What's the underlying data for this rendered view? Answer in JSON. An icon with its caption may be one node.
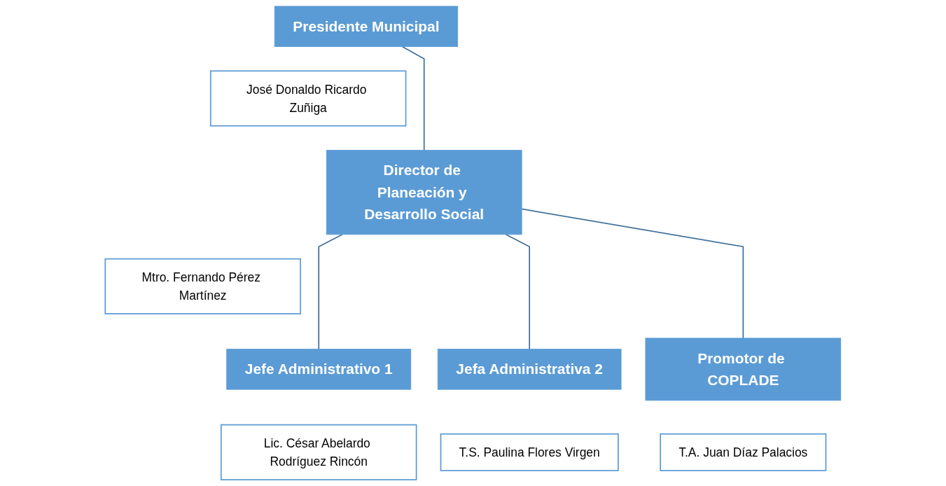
{
  "diagram": {
    "nodes": [
      {
        "text": [
          "Presidente Municipal"
        ]
      },
      {
        "text": [
          "José Donaldo Ricardo Zuñiga"
        ]
      },
      {
        "text": [
          "Director de Planeación y Desarrollo Social"
        ]
      },
      {
        "text": [
          "Mtro. Fernando Pérez Martínez"
        ]
      },
      {
        "text": [
          "Jefe Administrativo 1"
        ]
      },
      {
        "text": [
          "Lic. César Abelardo Rodríguez Rincón"
        ]
      },
      {
        "text": [
          "Jefa Administrativa 2"
        ]
      },
      {
        "text": [
          "T.S. Paulina Flores Virgen"
        ]
      },
      {
        "text": [
          "Promotor de COPLADE"
        ]
      },
      {
        "text": [
          "T.A. Juan Díaz Palacios"
        ]
      }
    ],
    "edges": [
      {
        "from": 0,
        "to": 2,
        "arrow": "none"
      },
      {
        "from": 2,
        "to": 4,
        "arrow": "none"
      },
      {
        "from": 2,
        "to": 6,
        "arrow": "none"
      },
      {
        "from": 2,
        "to": 8,
        "arrow": "none"
      }
    ]
  }
}
